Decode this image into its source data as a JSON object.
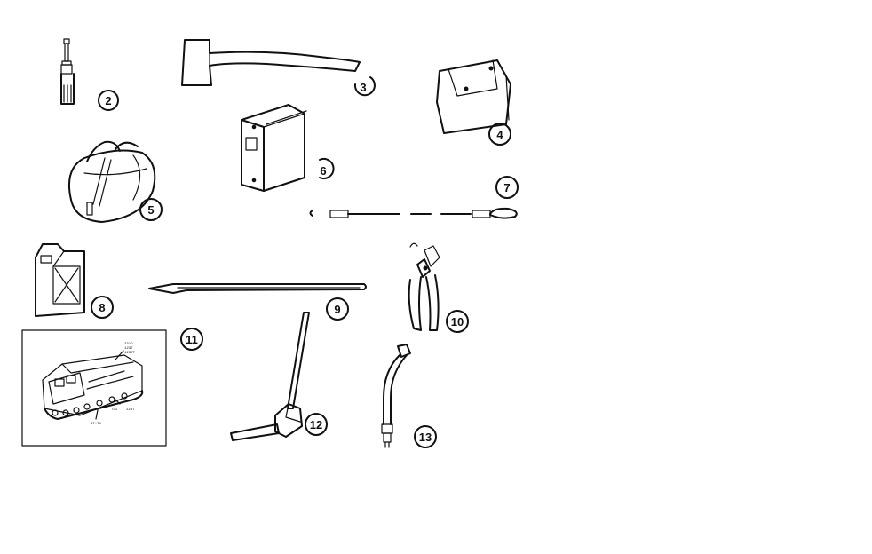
{
  "callouts": {
    "c2": "2",
    "c3": "3",
    "c4": "4",
    "c5": "5",
    "c6": "6",
    "c7": "7",
    "c8": "8",
    "c9": "9",
    "c10": "10",
    "c11": "11",
    "c12": "12",
    "c13": "13"
  },
  "inset_labels": [
    "2319",
    "1237",
    "1237T",
    "T31",
    "1237",
    "1T-T1"
  ]
}
